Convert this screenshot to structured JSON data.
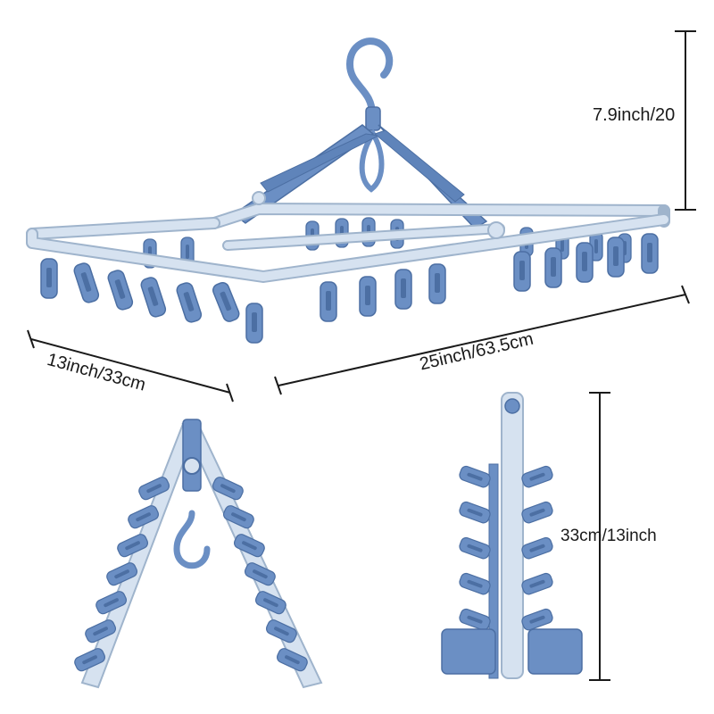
{
  "image": {
    "subject": "Foldable clothes drying hanger with clips",
    "colors": {
      "frame": "#d6e2f0",
      "frame_edge": "#9fb4cc",
      "plastic": "#6b8fc4",
      "plastic_dark": "#4c6fa3",
      "clip_metal": "#c9a86a",
      "dimension_line": "#1a1a1a"
    }
  },
  "dimensions": {
    "height": "7.9inch/20",
    "depth": "13inch/33cm",
    "width": "25inch/63.5cm",
    "folded_height": "33cm/13inch"
  }
}
